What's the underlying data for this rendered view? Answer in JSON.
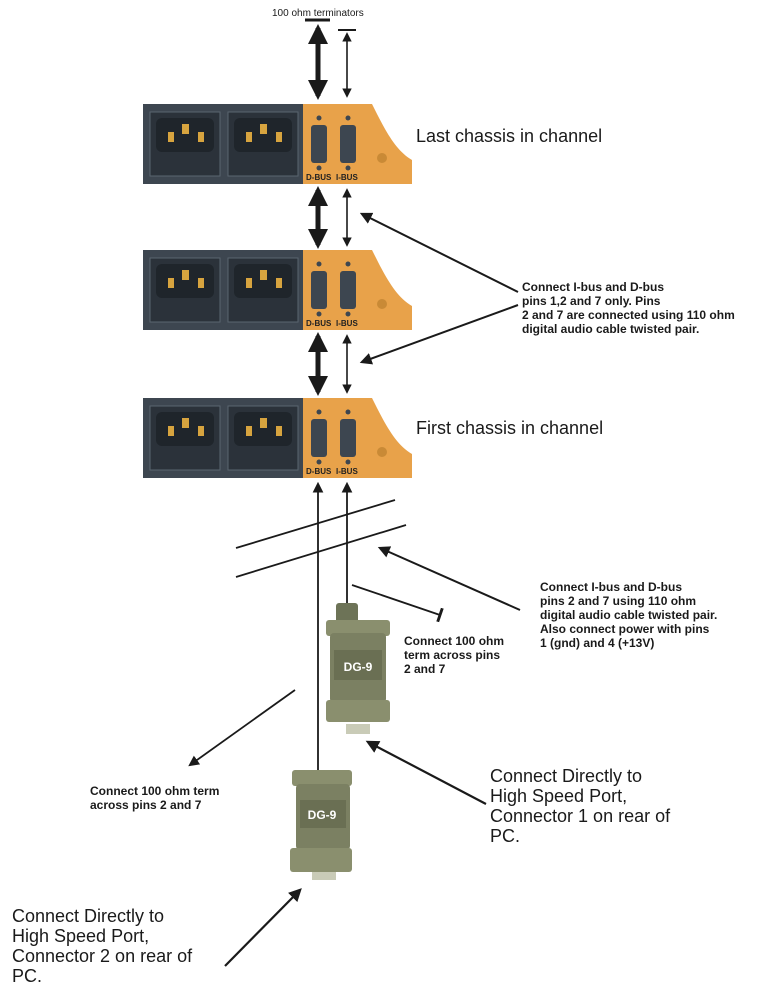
{
  "title_note": "100 ohm terminators",
  "chassis": {
    "last_label": "Last chassis in channel",
    "first_label": "First chassis in channel",
    "dbus_label": "D-BUS",
    "ibus_label": "I-BUS"
  },
  "notes": {
    "pins_127": "Connect I-bus and D-bus\npins 1,2 and 7 only. Pins\n2 and 7 are connected using 110 ohm\ndigital audio cable twisted pair.",
    "pins_27_power": "Connect I-bus and D-bus\npins 2 and 7 using 110 ohm\ndigital audio cable twisted pair.\nAlso connect power with pins\n1 (gnd) and 4 (+13V)",
    "term_ibus": "Connect 100 ohm\nterm across pins\n2 and 7",
    "term_dbus": "Connect 100 ohm term\nacross pins 2 and 7",
    "connector1": "Connect Directly to\nHigh Speed Port,\nConnector 1 on rear of\nPC.",
    "connector2": "Connect Directly to\nHigh Speed Port,\nConnector 2  on rear of\nPC."
  },
  "adapter_label": "DG-9",
  "colors": {
    "panel_dark": "#3d4650",
    "panel_orange": "#e8a24a",
    "adapter": "#8a8f6e",
    "line": "#1a1a1a"
  }
}
